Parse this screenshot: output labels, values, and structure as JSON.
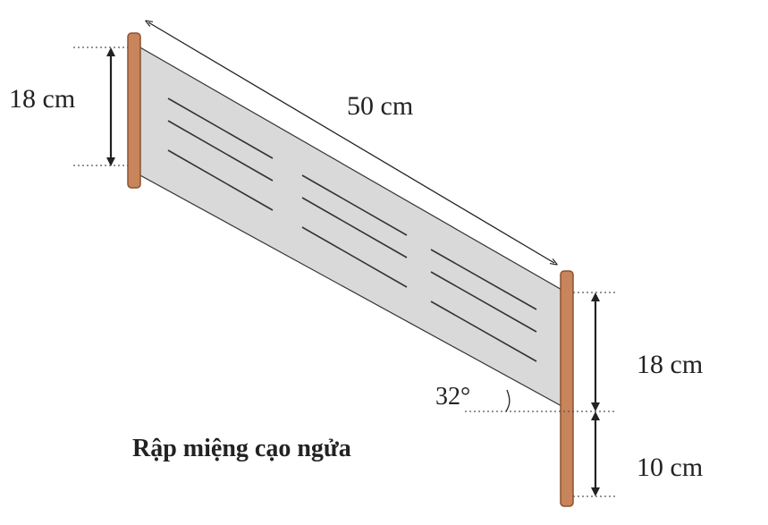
{
  "diagram": {
    "caption": "Rập miệng cạo ngửa",
    "labels": {
      "top_left_height": "18 cm",
      "length": "50 cm",
      "bottom_right_height": "18 cm",
      "bottom_right_offset": "10 cm",
      "angle": "32°"
    },
    "colors": {
      "post": "#c8845a",
      "post_stroke": "#8a5230",
      "band_fill": "#d9d9d9",
      "band_stroke": "#333333",
      "lines": "#333333"
    }
  }
}
